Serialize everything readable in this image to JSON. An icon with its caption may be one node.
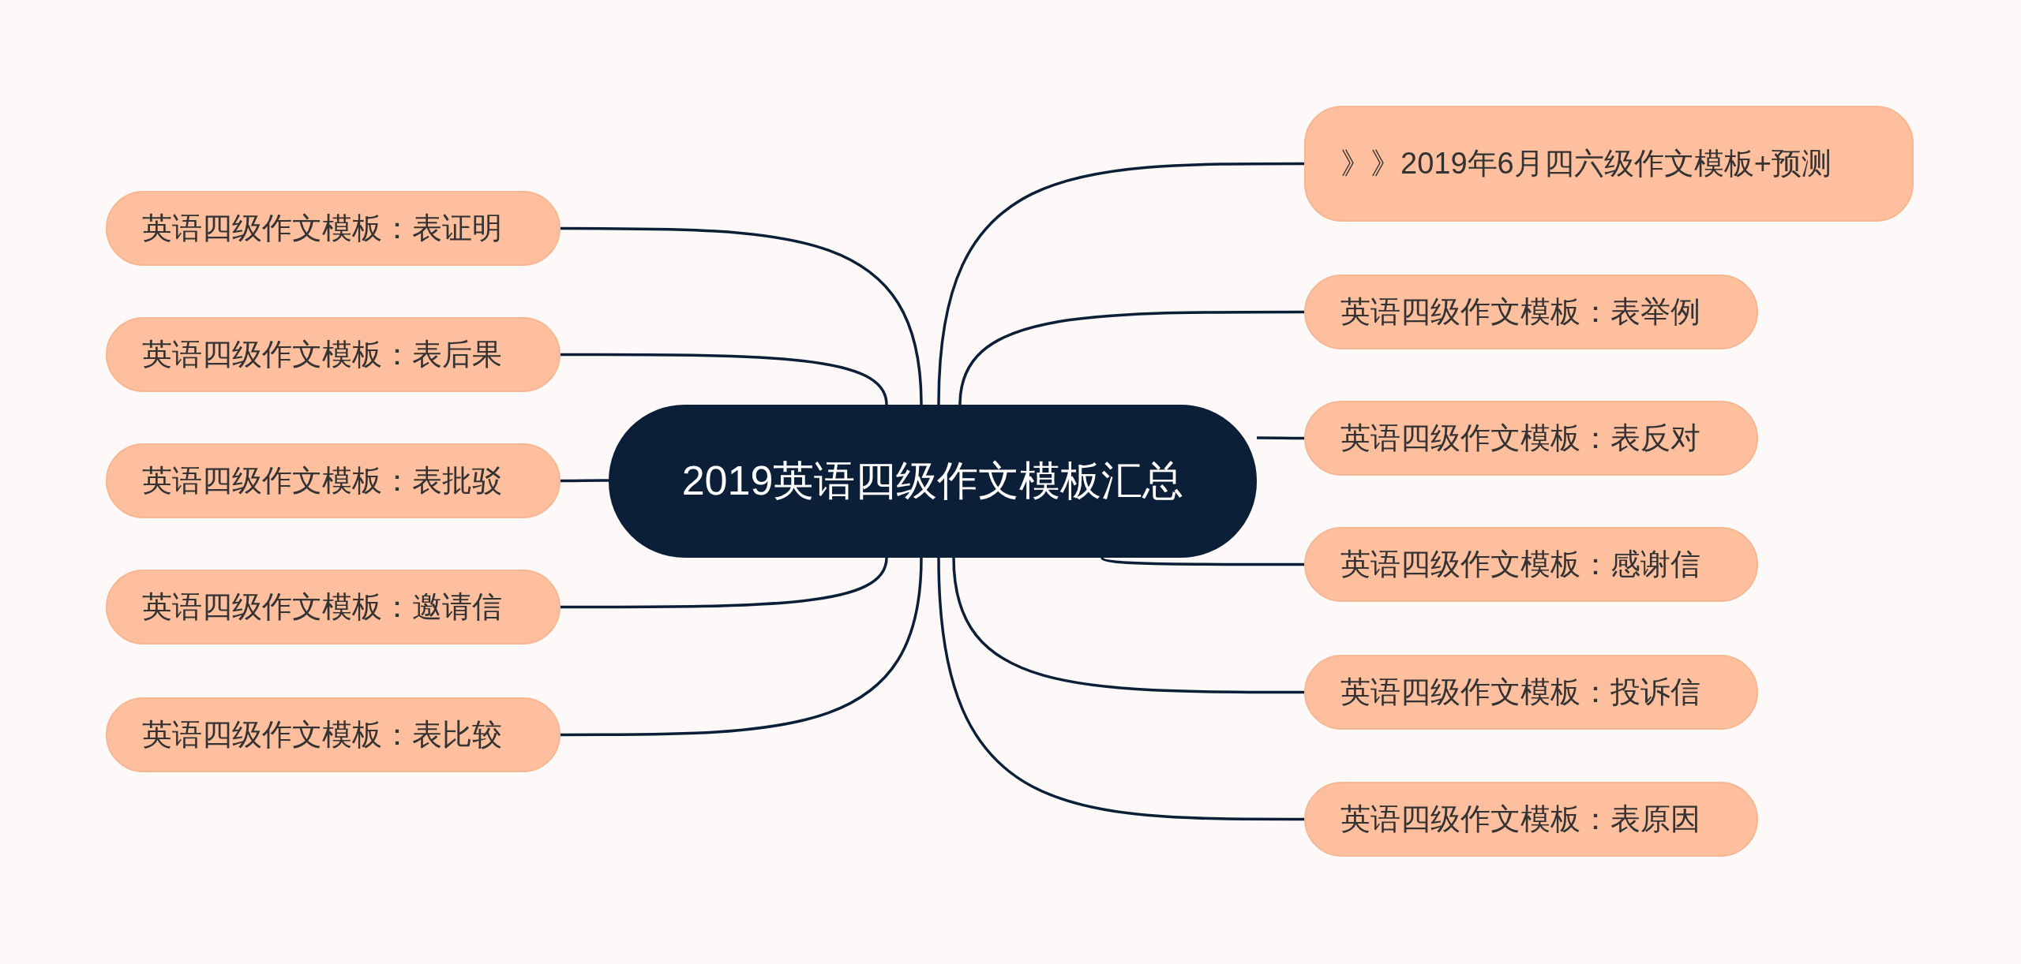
{
  "diagram": {
    "nodes": [
      {
        "text": [
          "2019英语四级作文模板汇总"
        ]
      },
      {
        "text": [
          "英语四级作文模板：表证明"
        ]
      },
      {
        "text": [
          "英语四级作文模板：表后果"
        ]
      },
      {
        "text": [
          "英语四级作文模板：表批驳"
        ]
      },
      {
        "text": [
          "英语四级作文模板：邀请信"
        ]
      },
      {
        "text": [
          "英语四级作文模板：表比较"
        ]
      },
      {
        "text": [
          "》》2019年6月四六级作文模板+预测"
        ]
      },
      {
        "text": [
          "英语四级作文模板：表举例"
        ]
      },
      {
        "text": [
          "英语四级作文模板：表反对"
        ]
      },
      {
        "text": [
          "英语四级作文模板：感谢信"
        ]
      },
      {
        "text": [
          "英语四级作文模板：投诉信"
        ]
      },
      {
        "text": [
          "英语四级作文模板：表原因"
        ]
      }
    ],
    "edges": [
      {
        "from": 0,
        "to": 1,
        "arrow": "none"
      },
      {
        "from": 0,
        "to": 2,
        "arrow": "none"
      },
      {
        "from": 0,
        "to": 3,
        "arrow": "none"
      },
      {
        "from": 0,
        "to": 4,
        "arrow": "none"
      },
      {
        "from": 0,
        "to": 5,
        "arrow": "none"
      },
      {
        "from": 0,
        "to": 6,
        "arrow": "none"
      },
      {
        "from": 0,
        "to": 7,
        "arrow": "none"
      },
      {
        "from": 0,
        "to": 8,
        "arrow": "none"
      },
      {
        "from": 0,
        "to": 9,
        "arrow": "none"
      },
      {
        "from": 0,
        "to": 10,
        "arrow": "none"
      },
      {
        "from": 0,
        "to": 11,
        "arrow": "none"
      }
    ]
  }
}
